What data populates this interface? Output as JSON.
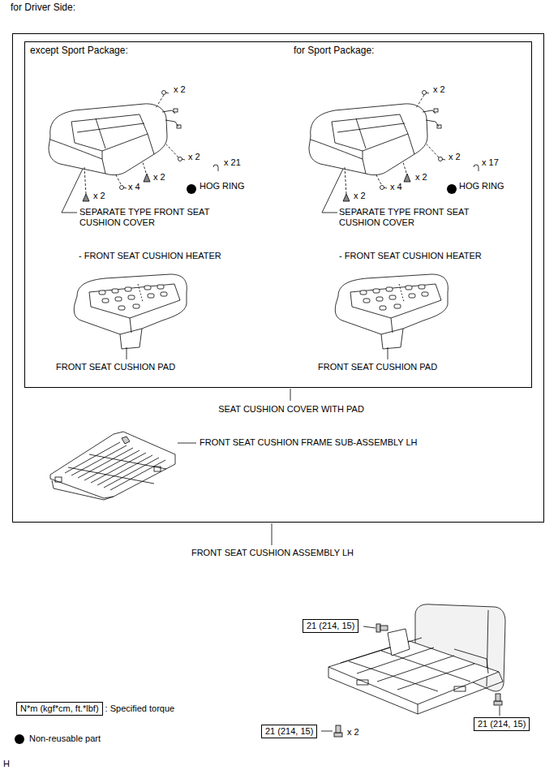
{
  "diagram": {
    "title": "for Driver Side:",
    "nodes": [
      {
        "text": [
          "FRONT SEAT CUSHION ASSEMBLY LH"
        ]
      },
      {
        "text": [
          "SEAT CUSHION COVER WITH PAD"
        ],
        "in": 0
      },
      {
        "text": [
          "21 (214, 15)"
        ]
      },
      {
        "text": [
          "N*m (kgf*cm, ft.*lbf)"
        ]
      },
      {
        "text": [
          "21 (214, 15)"
        ]
      },
      {
        "text": [
          "21 (214, 15)"
        ]
      }
    ],
    "labels": [
      "except Sport Package:",
      "for Sport Package:",
      "x 2",
      "x 2",
      "x 2",
      "x 4",
      "x 2",
      "x 21",
      "HOG RING",
      "SEPARATE TYPE FRONT SEAT CUSHION COVER",
      "- FRONT SEAT CUSHION HEATER",
      "FRONT SEAT CUSHION PAD",
      "x 2",
      "x 2",
      "x 2",
      "x 4",
      "x 2",
      "x 17",
      "HOG RING",
      "SEPARATE TYPE FRONT SEAT CUSHION COVER",
      "- FRONT SEAT CUSHION HEATER",
      "FRONT SEAT CUSHION PAD",
      "FRONT SEAT CUSHION FRAME SUB-ASSEMBLY LH",
      "x 2",
      "H"
    ],
    "legend": [
      {
        "text": ": Specified torque"
      },
      {
        "text": "Non-reusable part"
      }
    ]
  }
}
